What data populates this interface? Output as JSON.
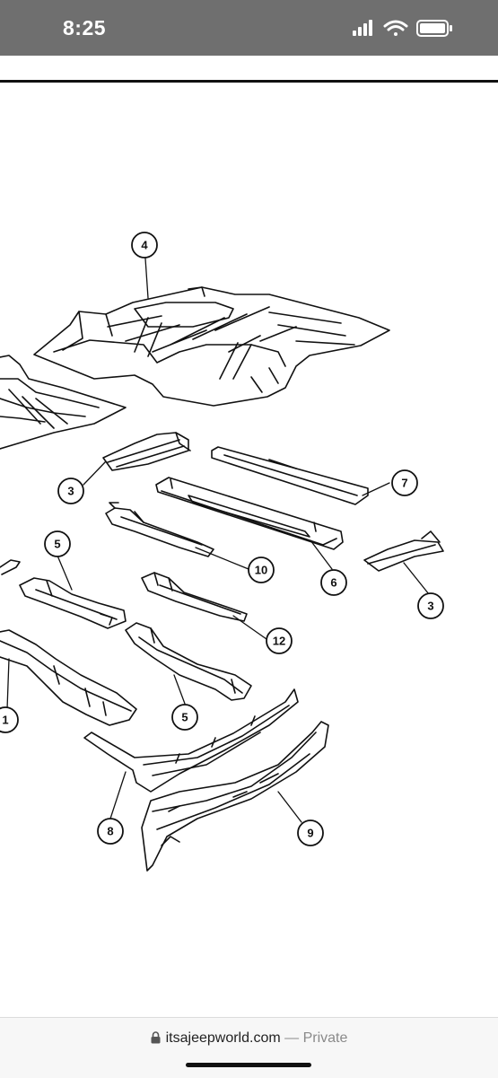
{
  "status_bar": {
    "time": "8:25",
    "signal_icon": "cellular-signal-icon",
    "wifi_icon": "wifi-icon",
    "battery_icon": "battery-icon"
  },
  "diagram": {
    "callouts": [
      {
        "id": "c4",
        "label": "4"
      },
      {
        "id": "c3a",
        "label": "3"
      },
      {
        "id": "c7",
        "label": "7"
      },
      {
        "id": "c5a",
        "label": "5"
      },
      {
        "id": "c10",
        "label": "10"
      },
      {
        "id": "c6",
        "label": "6"
      },
      {
        "id": "c3b",
        "label": "3"
      },
      {
        "id": "c12",
        "label": "12"
      },
      {
        "id": "c1",
        "label": "1"
      },
      {
        "id": "c5b",
        "label": "5"
      },
      {
        "id": "c8",
        "label": "8"
      },
      {
        "id": "c9",
        "label": "9"
      }
    ]
  },
  "browser": {
    "domain": "itsajeepworld.com",
    "separator": " — ",
    "mode": "Private",
    "lock_icon": "lock-icon"
  }
}
